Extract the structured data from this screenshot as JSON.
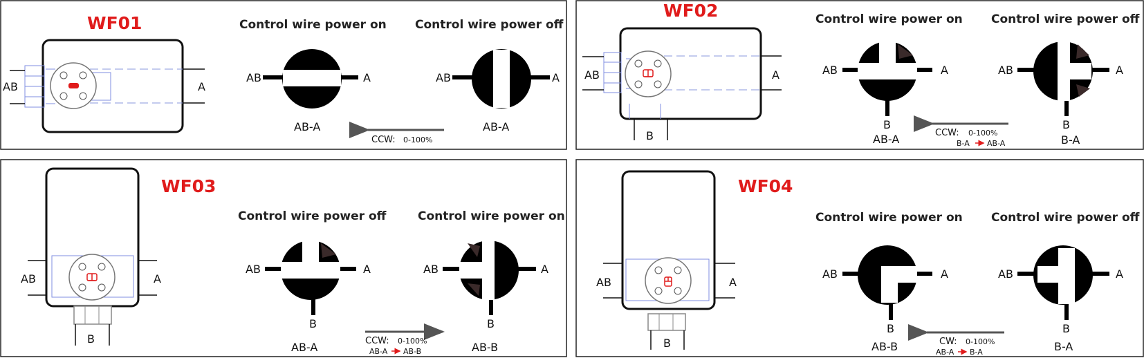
{
  "panels": [
    {
      "id": "WF01",
      "title": "WF01",
      "state1": {
        "heading": "Control wire power on",
        "caption": "AB-A"
      },
      "state2": {
        "heading": "Control wire power off",
        "caption": "AB-A"
      },
      "ports": {
        "ab": "AB",
        "a": "A"
      },
      "rotation": {
        "label": "CCW:",
        "range": "0-100%",
        "seq_from": "",
        "seq_to": ""
      }
    },
    {
      "id": "WF02",
      "title": "WF02",
      "state1": {
        "heading": "Control wire power on",
        "caption": "AB-A"
      },
      "state2": {
        "heading": "Control wire power off",
        "caption": "B-A"
      },
      "ports": {
        "ab": "AB",
        "a": "A",
        "b": "B"
      },
      "rotation": {
        "label": "CCW:",
        "range": "0-100%",
        "seq_from": "B-A",
        "seq_to": "AB-A"
      }
    },
    {
      "id": "WF03",
      "title": "WF03",
      "state1": {
        "heading": "Control wire power off",
        "caption": "AB-A"
      },
      "state2": {
        "heading": "Control wire power on",
        "caption": "AB-B"
      },
      "ports": {
        "ab": "AB",
        "a": "A",
        "b": "B"
      },
      "rotation": {
        "label": "CCW:",
        "range": "0-100%",
        "seq_from": "AB-A",
        "seq_to": "AB-B"
      }
    },
    {
      "id": "WF04",
      "title": "WF04",
      "state1": {
        "heading": "Control wire power on",
        "caption": "AB-B"
      },
      "state2": {
        "heading": "Control wire power off",
        "caption": "B-A"
      },
      "ports": {
        "ab": "AB",
        "a": "A",
        "b": "B"
      },
      "rotation": {
        "label": "CW:",
        "range": "0-100%",
        "seq_from": "AB-A",
        "seq_to": "B-A"
      }
    }
  ],
  "colors": {
    "title": "#e01b1b",
    "arrow": "#555555",
    "seq_arrow": "#e01b1b",
    "valve_fill": "#000000",
    "pipe_outline": "#7f8ee0"
  }
}
